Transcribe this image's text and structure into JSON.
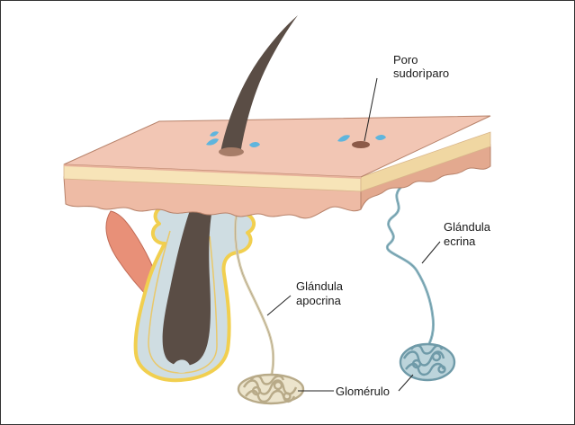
{
  "labels": {
    "sweat_pore_line1": "Poro",
    "sweat_pore_line2": "sudorìparo",
    "eccrine_line1": "Glándula",
    "eccrine_line2": "ecrina",
    "apocrine_line1": "Glándula",
    "apocrine_line2": "apocrina",
    "glomerulus": "Glomérulo"
  },
  "colors": {
    "skin_top": "#f2c6b4",
    "skin_edge": "#b7826a",
    "skin_band": "#f7e4b8",
    "dermis": "#eebba5",
    "follicle_fill": "#cfdde2",
    "follicle_outline": "#f1cf4f",
    "hair": "#5a4d45",
    "muscle": "#e89078",
    "apocrine_gland": "#d9cfb1",
    "eccrine_gland": "#8fb7c3",
    "water_drop": "#5fb5dd",
    "leader_line": "#222222"
  }
}
